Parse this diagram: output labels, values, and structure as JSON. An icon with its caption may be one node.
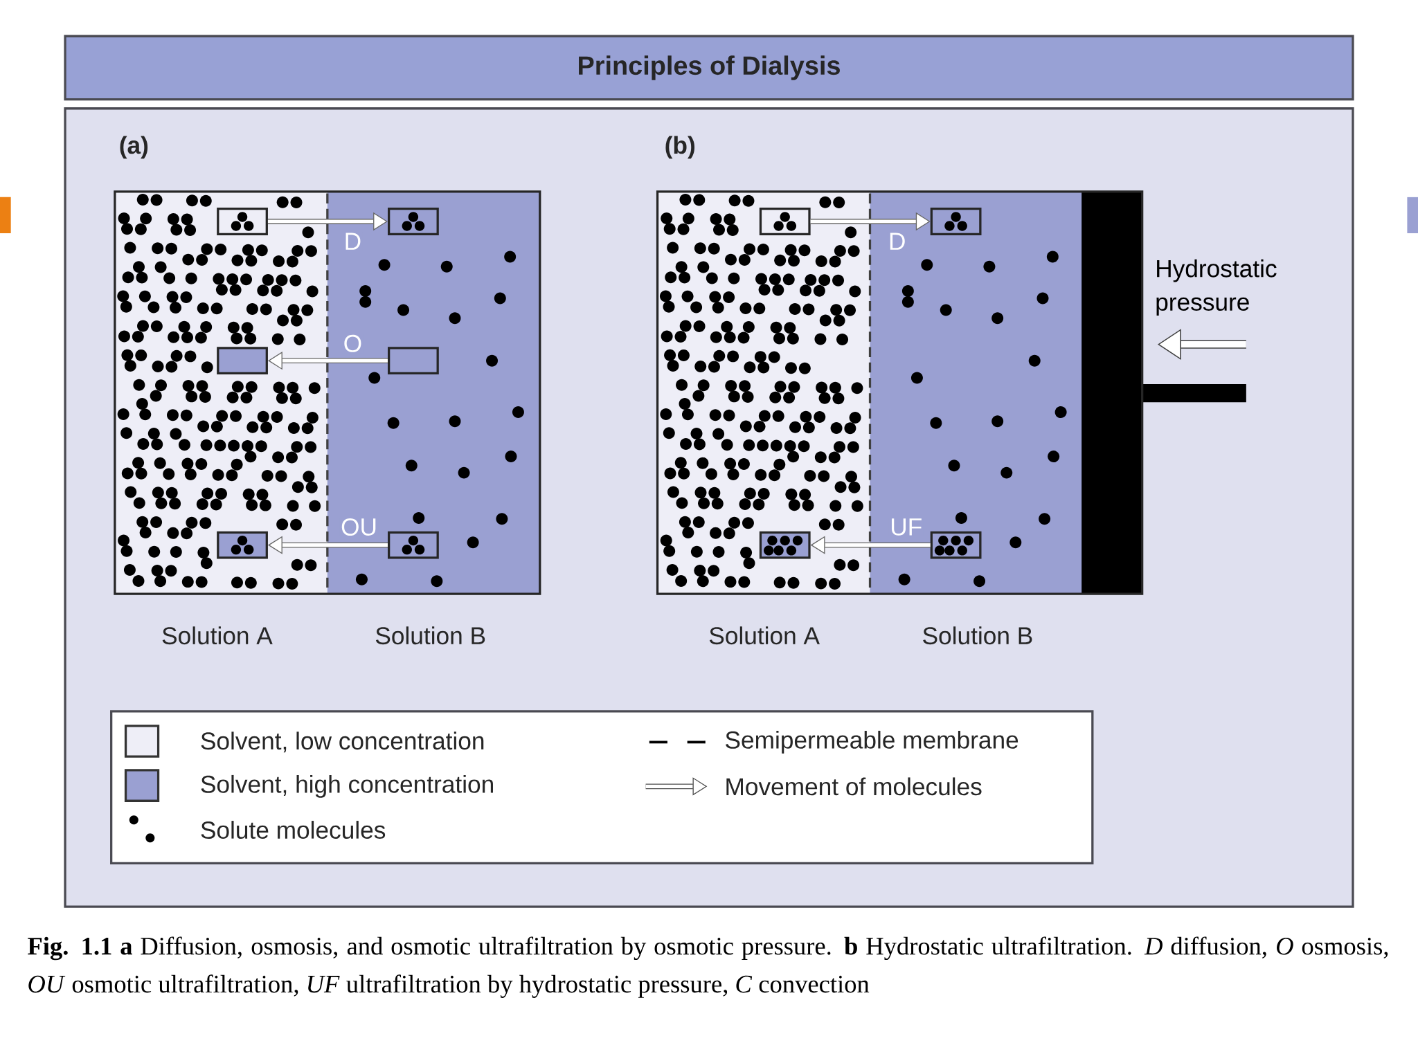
{
  "diagram": {
    "title": "Principles of Dialysis",
    "caption": "**Fig. 1.1** **a** Diffusion, osmosis, and osmotic ultrafiltration by osmotic pressure. **b** Hydrostatic ultrafiltration. *D* diffusion, *O* osmosis, *OU* osmotic ultrafiltration, *UF* ultrafiltration by hydrostatic pressure, *C* convection",
    "nodes": [
      {
        "text": [],
        "shape": "box"
      },
      {
        "text": [],
        "shape": "box"
      },
      {
        "text": [],
        "shape": "box"
      },
      {
        "text": [],
        "shape": "box"
      },
      {
        "text": [],
        "shape": "box"
      },
      {
        "text": [],
        "shape": "box"
      },
      {
        "text": [],
        "shape": "box"
      },
      {
        "text": [],
        "shape": "box"
      },
      {
        "text": [],
        "shape": "box"
      },
      {
        "text": [],
        "shape": "box"
      }
    ],
    "edges": [
      {
        "from": 0,
        "to": 1,
        "arrow": "to",
        "label": "D"
      },
      {
        "from": 3,
        "to": 2,
        "arrow": "to",
        "label": "O"
      },
      {
        "from": 5,
        "to": 4,
        "arrow": "to",
        "label": "OU"
      },
      {
        "from": 6,
        "to": 7,
        "arrow": "to",
        "label": "D"
      },
      {
        "from": 9,
        "to": 8,
        "arrow": "to",
        "label": "UF"
      }
    ],
    "labels": [
      "(a)",
      "(b)",
      "Solution A",
      "Solution B",
      "Solution A",
      "Solution B",
      "Hydrostatic pressure"
    ],
    "legend": [
      {
        "text": "Solvent, low concentration",
        "color": "#eeeef7"
      },
      {
        "text": "Solvent, high concentration",
        "color": "#9aa0d2"
      },
      {
        "text": "Solute molecules"
      },
      {
        "text": "Semipermeable membrane"
      },
      {
        "text": "Movement of molecules"
      }
    ]
  }
}
